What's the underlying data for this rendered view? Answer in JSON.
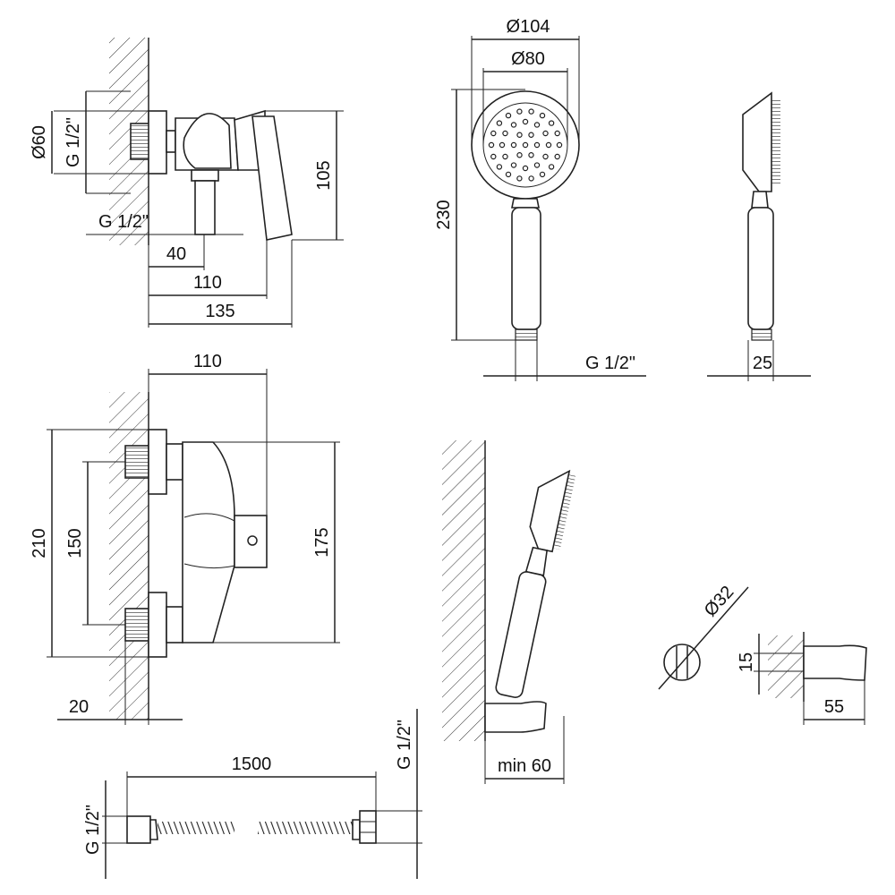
{
  "mixer_top": {
    "dims": {
      "pipe_dia": "Ø60",
      "thread_left": "G 1/2\"",
      "thread_bottom": "G 1/2\"",
      "height": "105",
      "d40": "40",
      "d110": "110",
      "d135": "135"
    }
  },
  "hand_shower": {
    "dims": {
      "head_outer": "Ø104",
      "head_inner": "Ø80",
      "length": "230",
      "thread": "G 1/2\"",
      "side_width": "25"
    }
  },
  "mixer_front": {
    "dims": {
      "width": "110",
      "height_total": "210",
      "spacing": "150",
      "height_body": "175",
      "wall_offset": "20"
    }
  },
  "wall_holder": {
    "dims": {
      "min_gap": "min 60"
    }
  },
  "holder_detail": {
    "dims": {
      "diameter": "Ø32",
      "height": "15",
      "depth": "55"
    }
  },
  "hose": {
    "dims": {
      "length": "1500",
      "thread_left": "G 1/2\"",
      "thread_right": "G 1/2\""
    }
  },
  "colors": {
    "line": "#222222",
    "background": "#ffffff"
  }
}
